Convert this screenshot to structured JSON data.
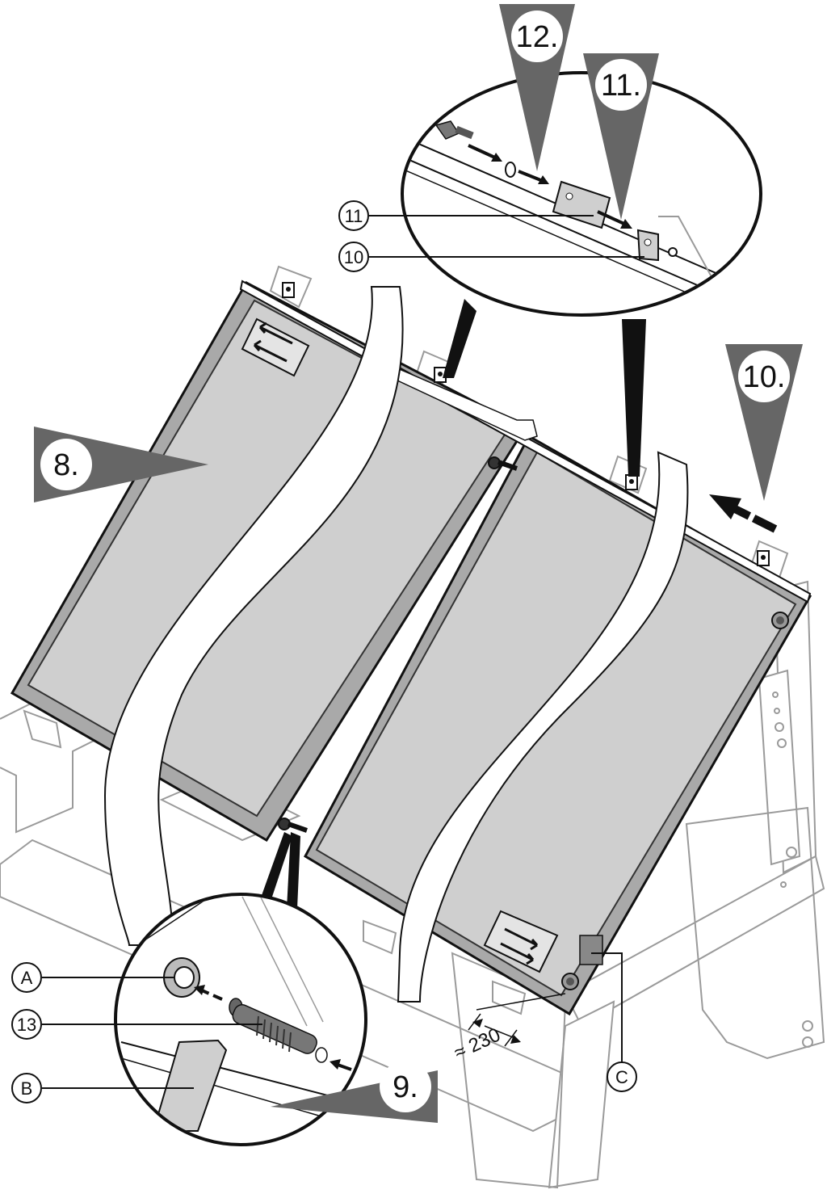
{
  "steps": {
    "s8": "8.",
    "s9": "9.",
    "s10": "10.",
    "s11": "11.",
    "s12": "12."
  },
  "callouts": {
    "c10": "10",
    "c11": "11",
    "c13": "13",
    "cA": "A",
    "cB": "B",
    "cC": "C"
  },
  "dimension": "≈ 230",
  "colors": {
    "panel_fill": "#cfcfcf",
    "step_marker": "#666666",
    "frame_light": "#9a9a9a",
    "outline": "#111111"
  }
}
